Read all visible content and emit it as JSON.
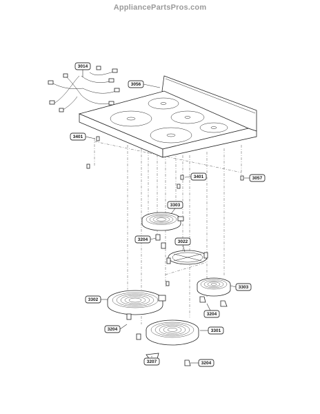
{
  "watermark": "AppliancePartsPros.com",
  "callouts": [
    {
      "id": "c-3014",
      "label": "3014"
    },
    {
      "id": "c-3056",
      "label": "3056"
    },
    {
      "id": "c-3401a",
      "label": "3401"
    },
    {
      "id": "c-3401b",
      "label": "3401"
    },
    {
      "id": "c-3057",
      "label": "3057"
    },
    {
      "id": "c-3303a",
      "label": "3303"
    },
    {
      "id": "c-3204a",
      "label": "3204"
    },
    {
      "id": "c-3022",
      "label": "3022"
    },
    {
      "id": "c-3303b",
      "label": "3303"
    },
    {
      "id": "c-3302",
      "label": "3302"
    },
    {
      "id": "c-3204b",
      "label": "3204"
    },
    {
      "id": "c-3204c",
      "label": "3204"
    },
    {
      "id": "c-3301",
      "label": "3301"
    },
    {
      "id": "c-3207",
      "label": "3207"
    },
    {
      "id": "c-3204d",
      "label": "3204"
    }
  ]
}
